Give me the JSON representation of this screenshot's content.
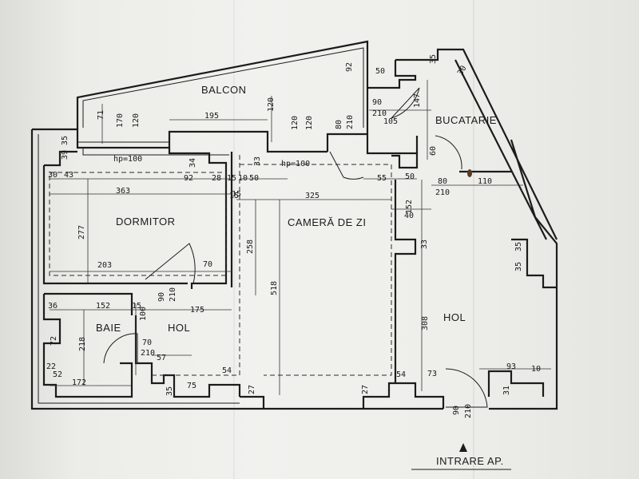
{
  "rooms": {
    "balcon": "BALCON",
    "bucatarie": "BUCATARIE",
    "dormitor": "DORMITOR",
    "camera": "CAMERĂ DE ZI",
    "baie": "BAIE",
    "hol_left": "HOL",
    "hol_right": "HOL",
    "entrance": "INTRARE AP."
  },
  "notes": {
    "hp_left": "hp=100",
    "hp_right": "hp=100"
  },
  "dims": {
    "d35": "35",
    "d39": "39",
    "d71": "71",
    "d170": "170",
    "d120a": "120",
    "d195": "195",
    "d120b": "120",
    "d120c": "120",
    "d120d": "120",
    "d80": "80",
    "d210a": "210",
    "d90a": "90",
    "d210b": "210",
    "d105": "105",
    "d92a": "92",
    "d50a": "50",
    "d35b": "35",
    "d30a": "30",
    "d147": "147",
    "d30": "30",
    "d43": "43",
    "d92": "92",
    "d28": "28",
    "d34": "34",
    "d15a": "15",
    "d10": "10",
    "d50": "50",
    "d33a": "33",
    "d55": "55",
    "d50b": "50",
    "d60": "60",
    "d80b": "80",
    "d210c": "210",
    "d110": "110",
    "d363": "363",
    "d15b": "15",
    "d325": "325",
    "d152a": "152",
    "d40": "40",
    "d277": "277",
    "d258": "258",
    "d33b": "33",
    "d35c": "35",
    "d35d": "35",
    "d203": "203",
    "d70a": "70",
    "d15c": "15",
    "d90b": "90",
    "d210d": "210",
    "d518": "518",
    "d36": "36",
    "d152b": "152",
    "d15d": "15",
    "d100": "100",
    "d175": "175",
    "d308": "308",
    "d72": "72",
    "d218": "218",
    "d70b": "70",
    "d210e": "210",
    "d57": "57",
    "d22": "22",
    "d52": "52",
    "d172": "172",
    "d35e": "35",
    "d75": "75",
    "d54a": "54",
    "d27a": "27",
    "d27b": "27",
    "d54b": "54",
    "d73": "73",
    "d93": "93",
    "d10b": "10",
    "d31": "31",
    "d90c": "90",
    "d210f": "210"
  }
}
